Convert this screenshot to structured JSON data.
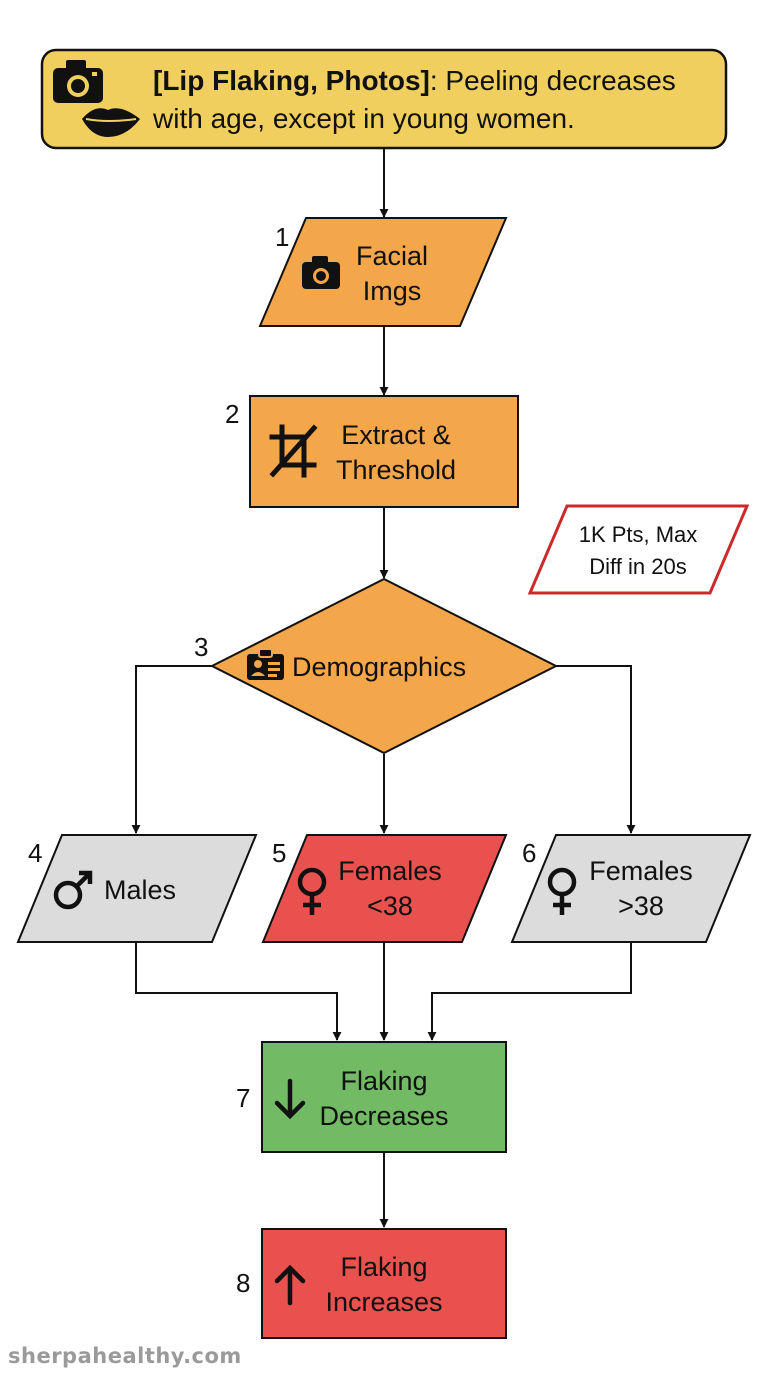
{
  "header": {
    "title_bold": "[Lip Flaking, Photos]",
    "title_rest_1": ": Peeling decreases",
    "title_rest_2": "with age, except in young women.",
    "icons": [
      "camera-icon",
      "lips-icon"
    ]
  },
  "note": {
    "line1": "1K Pts, Max",
    "line2": "Diff in 20s"
  },
  "steps": [
    {
      "num": "1",
      "line1": "Facial",
      "line2": "Imgs",
      "icon": "camera-icon"
    },
    {
      "num": "2",
      "line1": "Extract &",
      "line2": "Threshold",
      "icon": "crop-icon"
    },
    {
      "num": "3",
      "line1": "Demographics",
      "icon": "id-card-icon"
    },
    {
      "num": "4",
      "line1": "Males",
      "icon": "male-symbol-icon"
    },
    {
      "num": "5",
      "line1": "Females",
      "line2": "<38",
      "icon": "female-symbol-icon"
    },
    {
      "num": "6",
      "line1": "Females",
      "line2": ">38",
      "icon": "female-symbol-icon"
    },
    {
      "num": "7",
      "line1": "Flaking",
      "line2": "Decreases",
      "icon": "arrow-down-icon"
    },
    {
      "num": "8",
      "line1": "Flaking",
      "line2": "Increases",
      "icon": "arrow-up-icon"
    }
  ],
  "footer": "sherpahealthy.com",
  "colors": {
    "header_fill": "#f1cf5f",
    "orange": "#f4a64a",
    "gray": "#dcdcdc",
    "red": "#e8514e",
    "green": "#72bb64",
    "note_border": "#cc2a2a",
    "stroke": "#111111"
  }
}
